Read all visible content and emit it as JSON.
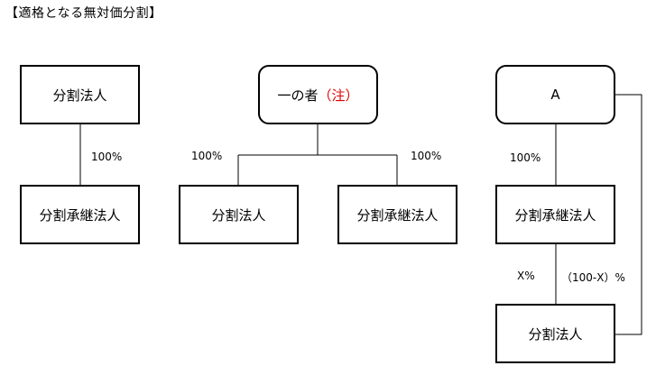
{
  "title": "【適格となる無対価分割】",
  "diagram1": {
    "top_box": "分割法人",
    "bottom_box": "分割承継法人",
    "pct": "100%"
  },
  "diagram2": {
    "top_box": "一の者",
    "top_note": "（注）",
    "left_box": "分割法人",
    "right_box": "分割承継法人",
    "left_pct": "100%",
    "right_pct": "100%"
  },
  "diagram3": {
    "top_box": "A",
    "middle_box": "分割承継法人",
    "bottom_box": "分割法人",
    "pct_a_to_successor": "100%",
    "pct_successor_to_splitter": "X%",
    "pct_a_to_splitter": "（100-X）%"
  },
  "colors": {
    "line": "#000000",
    "note": "#e00000"
  }
}
